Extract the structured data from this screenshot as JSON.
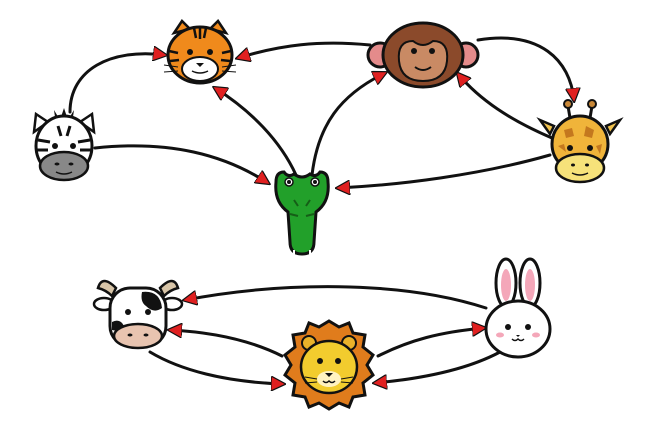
{
  "diagram": {
    "kind": "directed-graph",
    "nodes": [
      {
        "id": "tiger",
        "label": "",
        "icon": "tiger-icon"
      },
      {
        "id": "monkey",
        "label": "",
        "icon": "monkey-icon"
      },
      {
        "id": "zebra",
        "label": "",
        "icon": "zebra-icon"
      },
      {
        "id": "giraffe",
        "label": "",
        "icon": "giraffe-icon"
      },
      {
        "id": "crocodile",
        "label": "",
        "icon": "crocodile-icon"
      },
      {
        "id": "cow",
        "label": "",
        "icon": "cow-icon"
      },
      {
        "id": "rabbit",
        "label": "",
        "icon": "rabbit-icon"
      },
      {
        "id": "lion",
        "label": "",
        "icon": "lion-icon"
      }
    ],
    "edges": [
      {
        "from": "zebra",
        "to": "tiger"
      },
      {
        "from": "monkey",
        "to": "tiger"
      },
      {
        "from": "crocodile",
        "to": "tiger"
      },
      {
        "from": "crocodile",
        "to": "monkey"
      },
      {
        "from": "monkey",
        "to": "giraffe"
      },
      {
        "from": "giraffe",
        "to": "monkey"
      },
      {
        "from": "zebra",
        "to": "crocodile"
      },
      {
        "from": "giraffe",
        "to": "crocodile"
      },
      {
        "from": "rabbit",
        "to": "cow"
      },
      {
        "from": "lion",
        "to": "cow"
      },
      {
        "from": "cow",
        "to": "lion"
      },
      {
        "from": "lion",
        "to": "rabbit"
      },
      {
        "from": "rabbit",
        "to": "lion"
      }
    ],
    "colors": {
      "edge": "#111111",
      "arrowhead": "#e02020"
    }
  }
}
